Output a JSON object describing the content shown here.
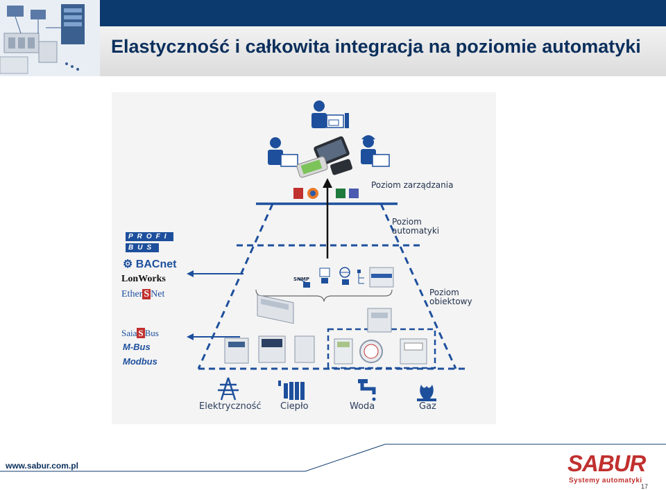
{
  "header": {
    "title": "Elastyczność i całkowita integracja na poziomie automatyki"
  },
  "diagram": {
    "levels": {
      "management": "Poziom zarządzania",
      "automation_line1": "Poziom",
      "automation_line2": "automatyki",
      "object_line1": "Poziom",
      "object_line2": "obiektowy"
    },
    "protocols_top": {
      "profi": "PROFI",
      "bus": "BUS",
      "bacnet": "BACnet",
      "lonworks": "LonWorks",
      "ethersnet_a": "Ether",
      "ethersnet_s": "S",
      "ethersnet_b": "Net"
    },
    "protocols_bottom": {
      "saia_a": "Saia",
      "saia_s": "S",
      "saia_b": "Bus",
      "mbus": "M-Bus",
      "modbus": "Modbus"
    },
    "snmp": "SNMP",
    "utilities": [
      "Elektryczność",
      "Ciepło",
      "Woda",
      "Gaz"
    ],
    "colors": {
      "line": "#1d4f9c",
      "accent": "#c0302e"
    }
  },
  "footer": {
    "url": "www.sabur.com.pl",
    "logo": "SABUR",
    "logo_sub": "Systemy automatyki",
    "page": "17"
  }
}
